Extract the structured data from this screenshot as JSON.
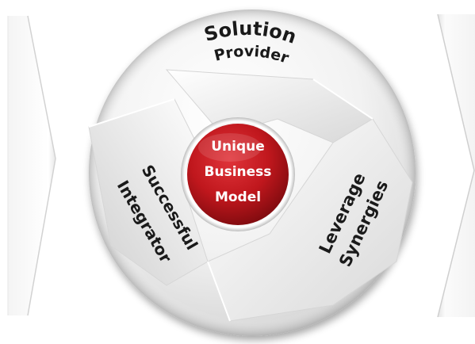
{
  "diagram": {
    "center": {
      "lines": [
        "Unique",
        "Business",
        "Model"
      ]
    },
    "segments": {
      "top": [
        "Solution",
        "Provider"
      ],
      "left": [
        "Successful",
        "Integrator"
      ],
      "right": [
        "Leverage",
        "Synergies"
      ]
    },
    "colors": {
      "hub_red": "#c0171d",
      "hub_dark": "#7a0a0e",
      "label_dark": "#1a1a1a",
      "disc_light": "#fafafa",
      "disc_shadow": "#c9c9c9"
    }
  }
}
